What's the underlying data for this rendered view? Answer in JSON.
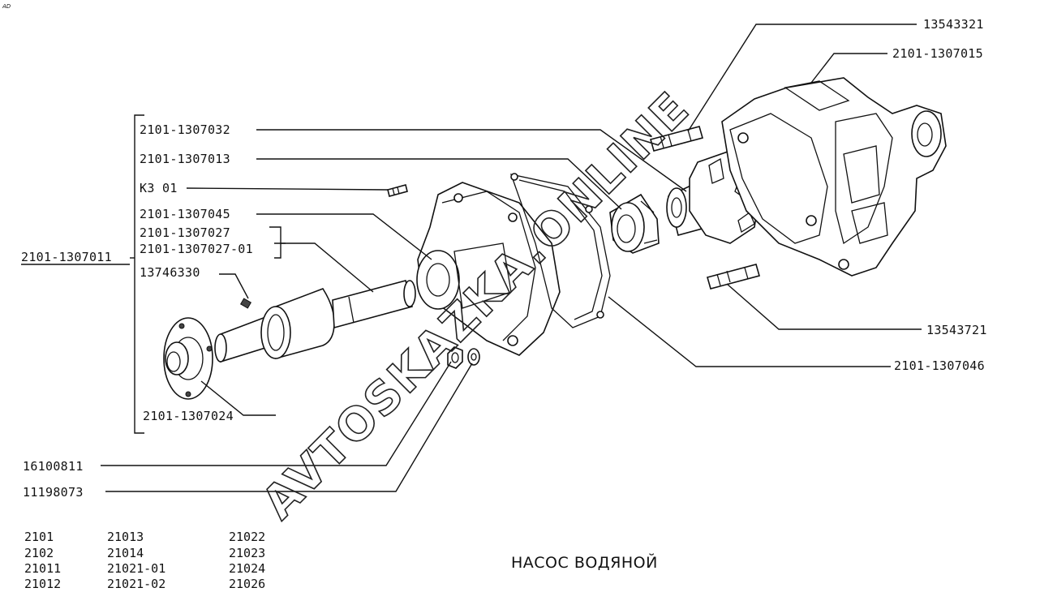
{
  "corner_mark": "AD",
  "title": "НАСОС ВОДЯНОЙ",
  "watermark": "AVTOSKAZKA.ONLINE",
  "callouts": {
    "c13543321": "13543321",
    "c2101_1307015": "2101-1307015",
    "c2101_1307032": "2101-1307032",
    "c2101_1307013": "2101-1307013",
    "ck301": "К3 01",
    "c2101_1307045": "2101-1307045",
    "c2101_1307027": "2101-1307027",
    "c2101_1307027_01": "2101-1307027-01",
    "c2101_1307011": "2101-1307011",
    "c13746330": "13746330",
    "c13543721": "13543721",
    "c2101_1307046": "2101-1307046",
    "c2101_1307024": "2101-1307024",
    "c16100811": "16100811",
    "c11198073": "11198073"
  },
  "models": {
    "col1": [
      "2101",
      "2102",
      "21011",
      "21012"
    ],
    "col2": [
      "21013",
      "21014",
      "21021-01",
      "21021-02"
    ],
    "col3": [
      "21022",
      "21023",
      "21024",
      "21026"
    ]
  }
}
